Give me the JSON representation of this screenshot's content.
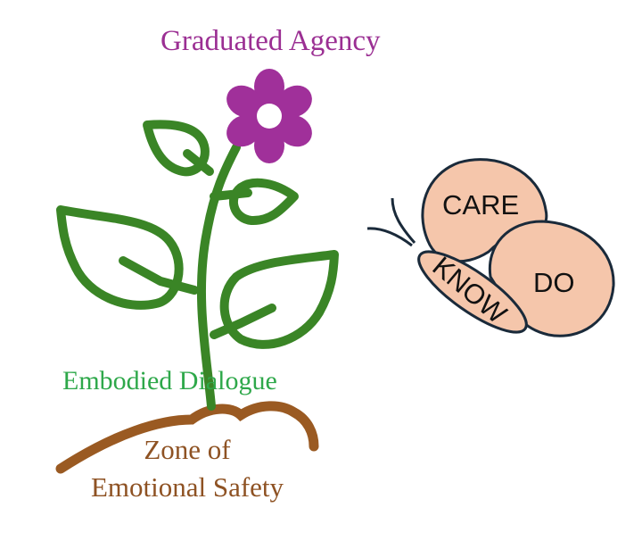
{
  "labels": {
    "top": "Graduated Agency",
    "middle": "Embodied Dialogue",
    "bottom_line1": "Zone of",
    "bottom_line2": "Emotional Safety"
  },
  "butterfly": {
    "upper_wing": "CARE",
    "lower_wing": "DO",
    "body": "KNOW"
  },
  "colors": {
    "flower": "#a0309a",
    "plant": "#3a8526",
    "embodied_text": "#2ea84a",
    "soil": "#9a5a22",
    "zone_text": "#8e5223",
    "butterfly_fill": "#f5c6ab",
    "butterfly_stroke": "#1a2a3a"
  }
}
